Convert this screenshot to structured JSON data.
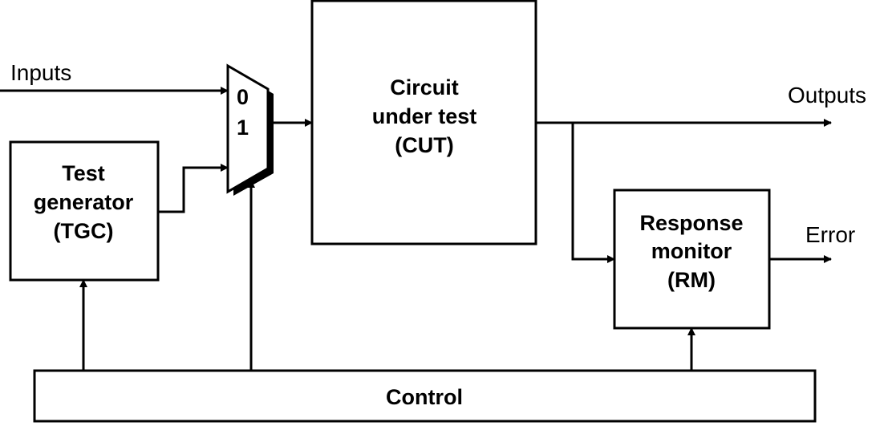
{
  "labels": {
    "inputs": "Inputs",
    "outputs": "Outputs",
    "error": "Error"
  },
  "mux": {
    "input0": "0",
    "input1": "1"
  },
  "blocks": {
    "cut": [
      "Circuit",
      "under test",
      "(CUT)"
    ],
    "tgc": [
      "Test",
      "generator",
      "(TGC)"
    ],
    "rm": [
      "Response",
      "monitor",
      "(RM)"
    ],
    "control": "Control"
  }
}
